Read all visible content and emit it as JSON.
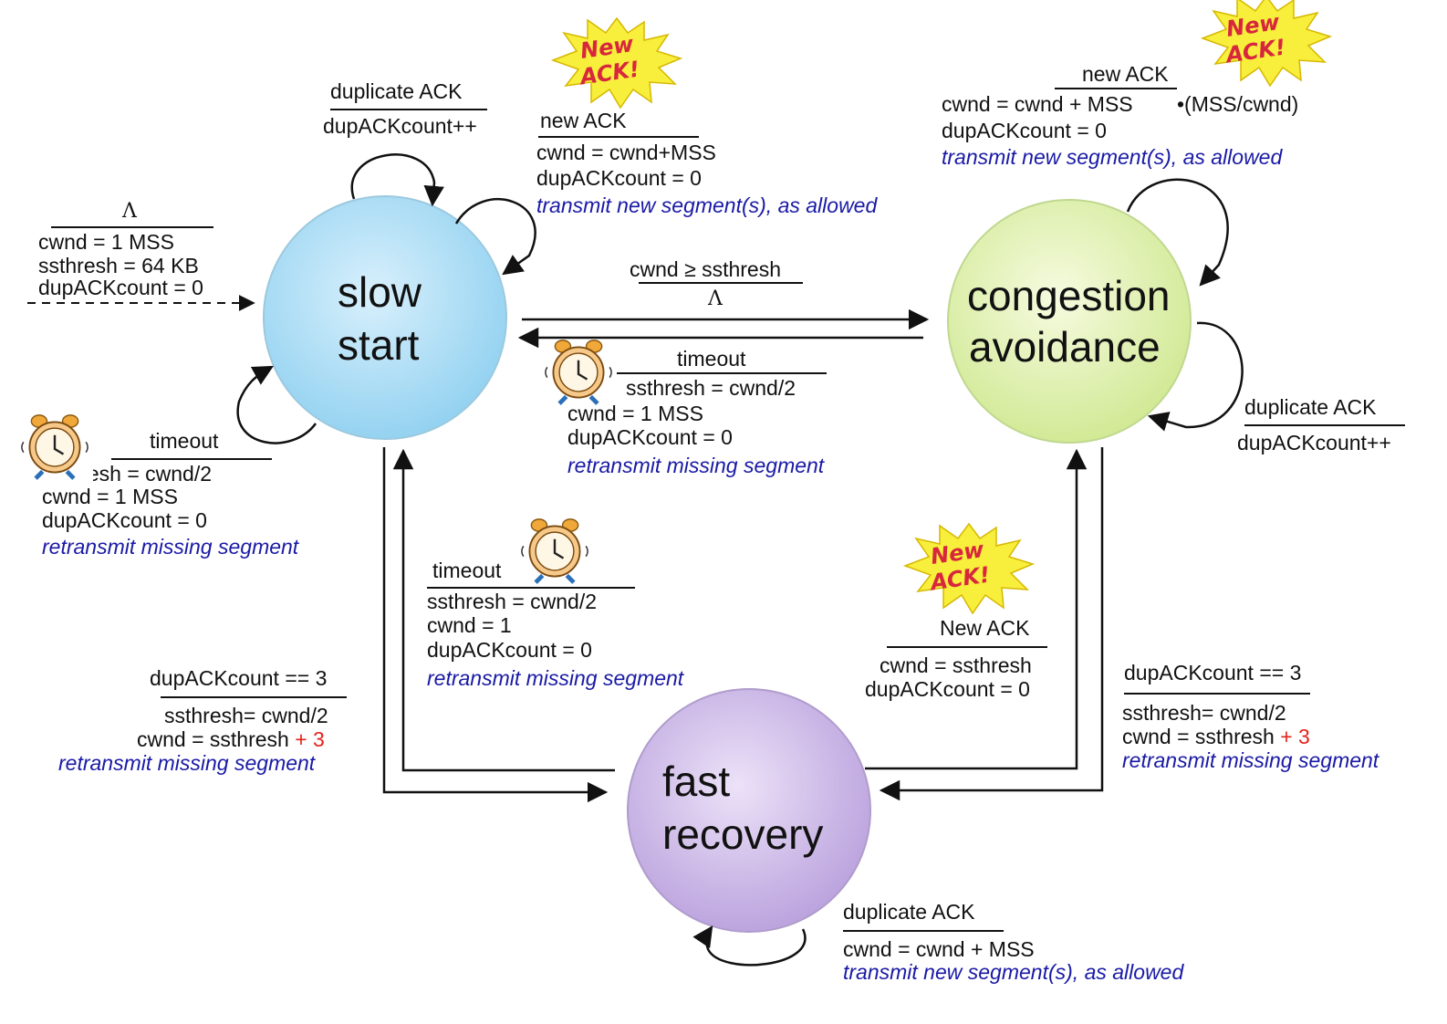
{
  "states": {
    "slow_start": [
      "slow",
      "start"
    ],
    "congestion_avoidance": [
      "congestion",
      "avoidance"
    ],
    "fast_recovery": [
      "fast",
      "recovery"
    ]
  },
  "init": {
    "event": "Λ",
    "actions": [
      "cwnd = 1 MSS",
      "ssthresh = 64 KB",
      "dupACKcount = 0"
    ]
  },
  "ss_dup": {
    "event": "duplicate ACK",
    "action": "dupACKcount++"
  },
  "ss_new": {
    "badge": [
      "New",
      "ACK!"
    ],
    "event": "new ACK",
    "actions": [
      "cwnd = cwnd+MSS",
      "dupACKcount = 0"
    ],
    "note": "transmit new segment(s), as allowed"
  },
  "ss_to_ca": {
    "event": "cwnd ≥ ssthresh",
    "action": "Λ"
  },
  "ca_timeout": {
    "event": "timeout",
    "actions": [
      "ssthresh = cwnd/2",
      "cwnd = 1 MSS",
      "dupACKcount = 0"
    ],
    "note": "retransmit missing segment"
  },
  "ca_new": {
    "badge": [
      "New",
      "ACK!"
    ],
    "event": "new ACK",
    "actions": [
      "cwnd = cwnd + MSS",
      "•(MSS/cwnd)",
      "dupACKcount = 0"
    ],
    "note": "transmit new segment(s), as allowed"
  },
  "ca_dup": {
    "event": "duplicate ACK",
    "action": "dupACKcount++"
  },
  "ss_timeout": {
    "event": "timeout",
    "actions": [
      "ssthresh = cwnd/2",
      "cwnd = 1 MSS",
      "dupACKcount = 0"
    ],
    "note": "retransmit missing segment"
  },
  "fr_timeout": {
    "event": "timeout",
    "actions": [
      "ssthresh = cwnd/2",
      "cwnd = 1",
      "dupACKcount = 0"
    ],
    "note": "retransmit missing segment"
  },
  "ss_to_fr": {
    "event": "dupACKcount == 3",
    "actions": [
      "ssthresh= cwnd/2",
      "cwnd = ssthresh"
    ],
    "plus": "+ 3",
    "note": "retransmit missing segment"
  },
  "fr_to_ca": {
    "badge": [
      "New",
      "ACK!"
    ],
    "event": "New ACK",
    "actions": [
      "cwnd = ssthresh",
      "dupACKcount = 0"
    ]
  },
  "ca_to_fr": {
    "event": "dupACKcount == 3",
    "actions": [
      "ssthresh= cwnd/2",
      "cwnd = ssthresh"
    ],
    "plus": "+ 3",
    "note": "retransmit missing segment"
  },
  "fr_dup": {
    "event": "duplicate ACK",
    "action": "cwnd = cwnd + MSS",
    "note": "transmit new segment(s), as allowed"
  },
  "colors": {
    "slow_start": "#a9dcf5",
    "congestion_avoidance": "#dcefa8",
    "fast_recovery": "#cbb5e6",
    "note": "#1a1aa6",
    "plus": "#e3231b",
    "badge": "#f5e63a"
  },
  "icons": [
    "alarm-clock-icon",
    "new-ack-starburst-icon"
  ]
}
